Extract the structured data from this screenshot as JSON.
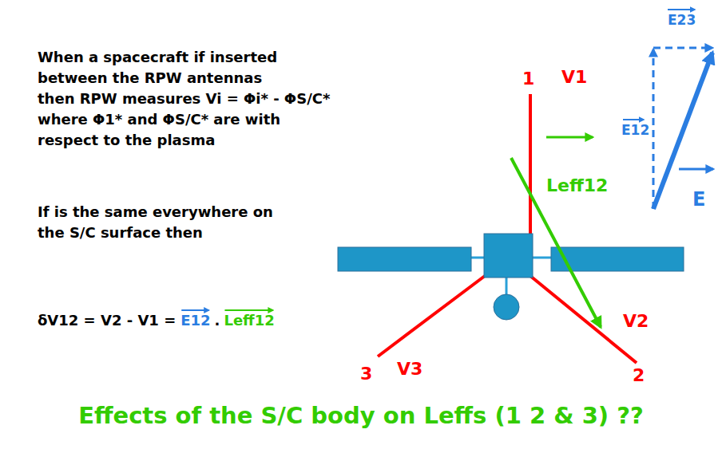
{
  "diagram": {
    "title": "Effects of the S/C body on Leffs (1 2 & 3) ??",
    "labels": [
      "When a spacecraft if inserted",
      "between the RPW antennas",
      "then RPW measures Vi = Φi* - ΦS/C*",
      "where Φ1* and ΦS/C* are with",
      "respect to the plasma",
      "If is the same everywhere on",
      "the S/C surface then",
      "δV12 = V2 - V1 =",
      "E12",
      ".",
      "Leff12",
      "1",
      "V1",
      "Leff12",
      "V2",
      "2",
      "3",
      "V3",
      "E23",
      "E12",
      "E"
    ]
  }
}
